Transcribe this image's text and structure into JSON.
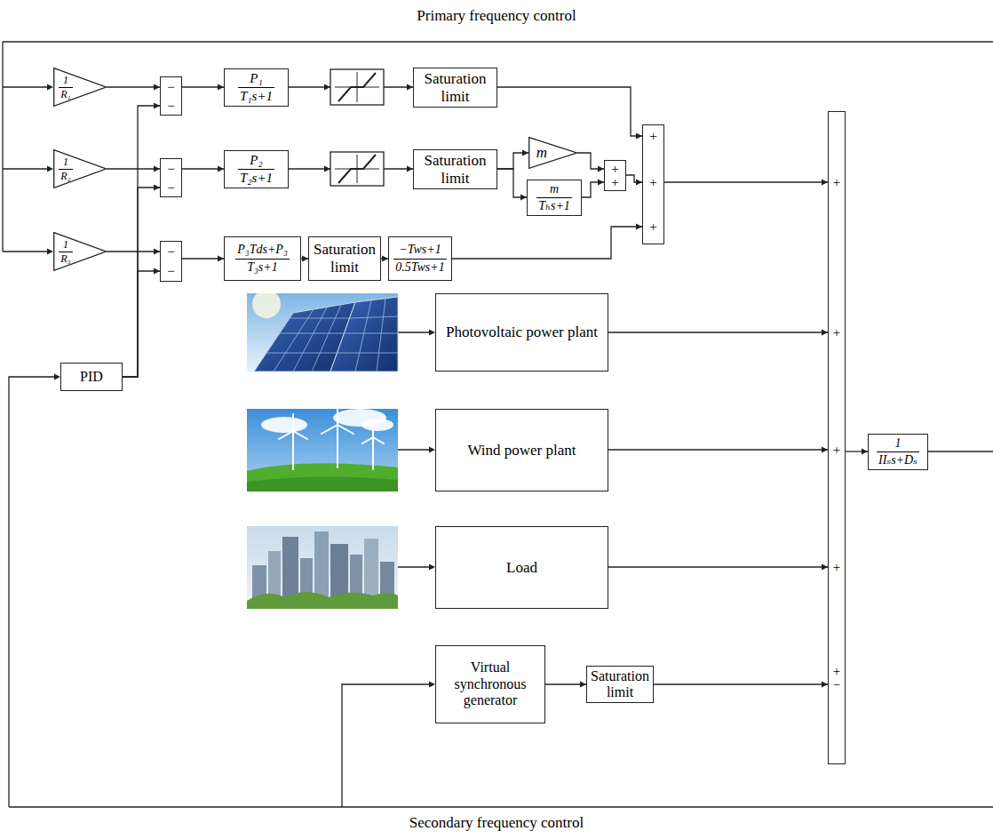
{
  "diagram": {
    "nodes": [
      {
        "text": [
          "1",
          "R₁"
        ]
      },
      {
        "text": [
          "−",
          "−"
        ]
      },
      {
        "text": [
          "P₁",
          "T₁s+1"
        ]
      },
      {
        "text": [
          "Saturation limit"
        ]
      },
      {
        "text": [
          "1",
          "R₂"
        ]
      },
      {
        "text": [
          "−",
          "−"
        ]
      },
      {
        "text": [
          "P₂",
          "T₂s+1"
        ]
      },
      {
        "text": [
          "Saturation limit"
        ]
      },
      {
        "text": [
          "m"
        ]
      },
      {
        "text": [
          "m",
          "Tₕs+1"
        ]
      },
      {
        "text": [
          "+",
          "+"
        ]
      },
      {
        "text": [
          "+",
          "+",
          "+"
        ]
      },
      {
        "text": [
          "1",
          "R₃"
        ]
      },
      {
        "text": [
          "−",
          "−"
        ]
      },
      {
        "text": [
          "P₃Tds+P₃",
          "T₃s+1"
        ]
      },
      {
        "text": [
          "Saturation limit"
        ]
      },
      {
        "text": [
          "−Tws+1",
          "0.5Tws+1"
        ]
      },
      {
        "text": [
          "PID"
        ]
      },
      {
        "text": [
          "Photovoltaic power plant"
        ]
      },
      {
        "text": [
          "Wind power plant"
        ]
      },
      {
        "text": [
          "Load"
        ]
      },
      {
        "text": [
          "Virtual synchronous generator"
        ]
      },
      {
        "text": [
          "Saturation limit"
        ]
      },
      {
        "text": [
          "+",
          "+",
          "+",
          "+",
          "−",
          "+"
        ]
      },
      {
        "text": [
          "1",
          "IIₛs+Dₛ"
        ]
      }
    ],
    "edges": [
      {
        "from": 0,
        "to": 1,
        "arrow": "to"
      },
      {
        "from": 17,
        "to": 1,
        "arrow": "to"
      },
      {
        "from": 1,
        "to": 2,
        "arrow": "to"
      },
      {
        "from": 2,
        "to": 3,
        "arrow": "to"
      },
      {
        "from": 3,
        "to": 11,
        "arrow": "to"
      },
      {
        "from": 4,
        "to": 5,
        "arrow": "to"
      },
      {
        "from": 17,
        "to": 5,
        "arrow": "to"
      },
      {
        "from": 5,
        "to": 6,
        "arrow": "to"
      },
      {
        "from": 6,
        "to": 7,
        "arrow": "to"
      },
      {
        "from": 7,
        "to": 8,
        "arrow": "to"
      },
      {
        "from": 7,
        "to": 9,
        "arrow": "to"
      },
      {
        "from": 8,
        "to": 10,
        "arrow": "to"
      },
      {
        "from": 9,
        "to": 10,
        "arrow": "to"
      },
      {
        "from": 10,
        "to": 11,
        "arrow": "to"
      },
      {
        "from": 12,
        "to": 13,
        "arrow": "to"
      },
      {
        "from": 17,
        "to": 13,
        "arrow": "to"
      },
      {
        "from": 13,
        "to": 14,
        "arrow": "to"
      },
      {
        "from": 14,
        "to": 15,
        "arrow": "to"
      },
      {
        "from": 15,
        "to": 16,
        "arrow": "to"
      },
      {
        "from": 16,
        "to": 11,
        "arrow": "to"
      },
      {
        "from": 11,
        "to": 23,
        "arrow": "to"
      },
      {
        "from": 18,
        "to": 23,
        "arrow": "to"
      },
      {
        "from": 19,
        "to": 23,
        "arrow": "to"
      },
      {
        "from": 20,
        "to": 23,
        "arrow": "to"
      },
      {
        "from": 21,
        "to": 22,
        "arrow": "to"
      },
      {
        "from": 22,
        "to": 23,
        "arrow": "to"
      },
      {
        "from": 23,
        "to": 24,
        "arrow": "to"
      }
    ],
    "labels": [
      "Primary frequency control",
      "Secondary frequency control"
    ]
  }
}
